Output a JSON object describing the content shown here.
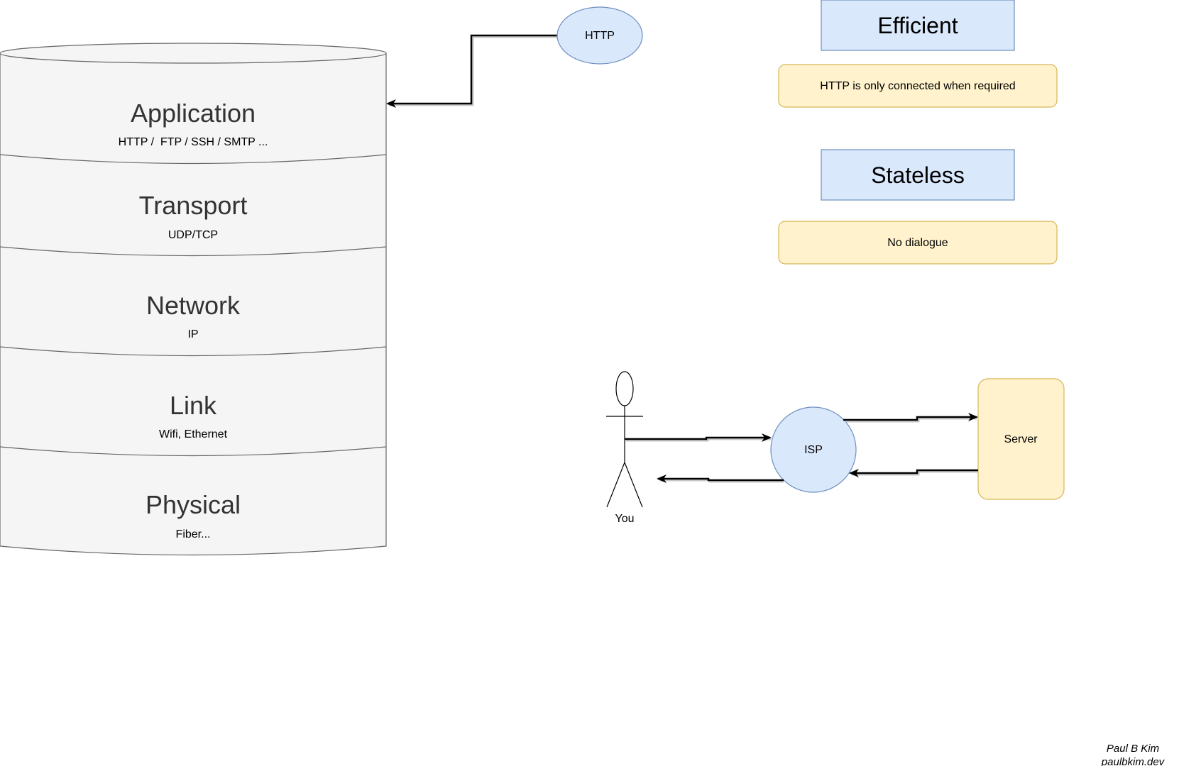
{
  "stack": {
    "layers": [
      {
        "title": "Application",
        "subtitle": "HTTP /  FTP / SSH / SMTP ..."
      },
      {
        "title": "Transport",
        "subtitle": "UDP/TCP"
      },
      {
        "title": "Network",
        "subtitle": "IP"
      },
      {
        "title": "Link",
        "subtitle": "Wifi, Ethernet"
      },
      {
        "title": "Physical",
        "subtitle": "Fiber..."
      }
    ]
  },
  "http_node": {
    "label": "HTTP"
  },
  "properties": [
    {
      "heading": "Efficient",
      "note": "HTTP is only connected when required"
    },
    {
      "heading": "Stateless",
      "note": "No dialogue"
    }
  ],
  "flow": {
    "user_label": "You",
    "isp_label": "ISP",
    "server_label": "Server"
  },
  "credit": {
    "name": "Paul B Kim",
    "site": "paulbkim.dev"
  },
  "colors": {
    "stack_fill": "#f5f5f5",
    "stack_stroke": "#666666",
    "blue_fill": "#dae8fc",
    "blue_stroke": "#6c8ebf",
    "yellow_fill": "#fff2cc",
    "yellow_stroke": "#d6b656"
  }
}
